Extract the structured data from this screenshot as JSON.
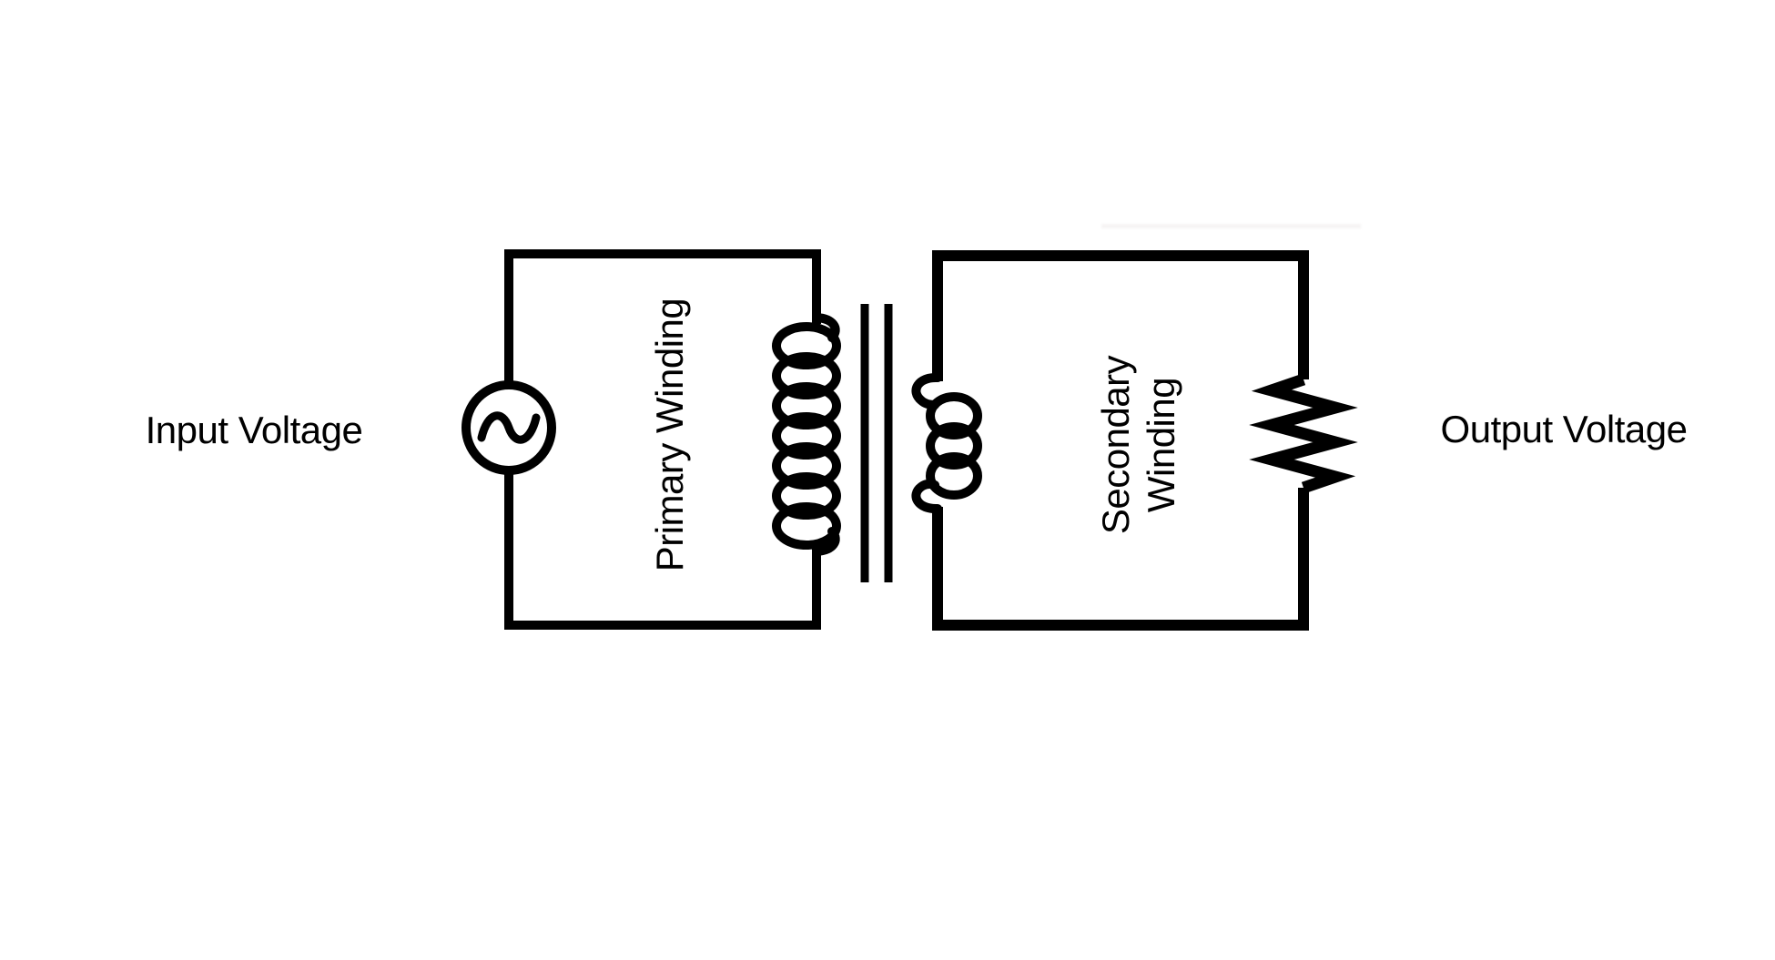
{
  "diagram": {
    "background_color": "#ffffff",
    "stroke_color": "#000000",
    "text_color": "#000000",
    "labels": {
      "input_voltage": "Input Voltage",
      "output_voltage": "Output Voltage",
      "primary_winding": "Primary Winding",
      "secondary_winding": [
        "Secondary",
        "Winding"
      ]
    },
    "components": {
      "source": "ac-voltage-source-symbol",
      "primary_coil_turns": 7,
      "secondary_coil_turns": 3,
      "core_lines": 2,
      "load": "resistor-zigzag-symbol"
    }
  }
}
